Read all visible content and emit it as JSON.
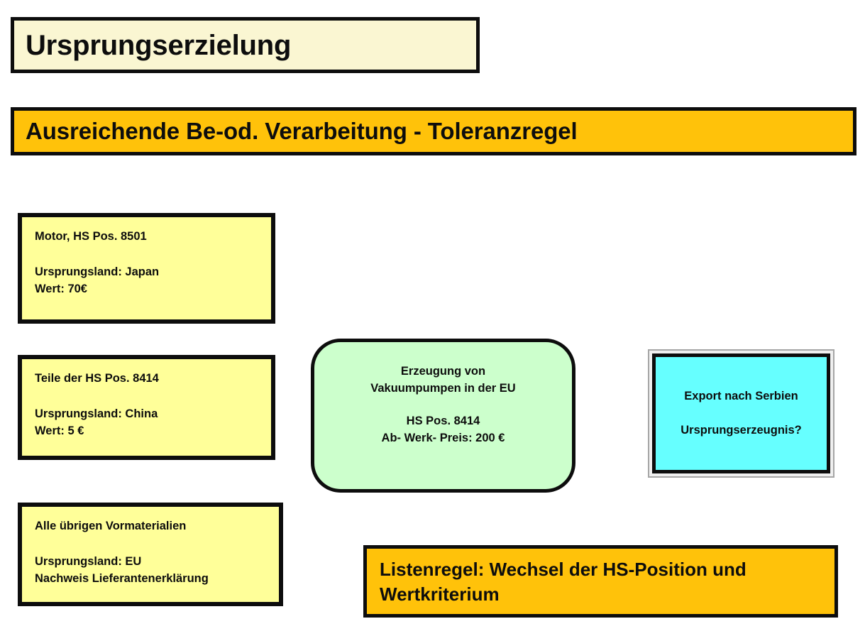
{
  "slide": {
    "title": "Ursprungserzielung",
    "headline": "Ausreichende Be-od. Verarbeitung - Toleranzregel",
    "colors": {
      "title_bg": "#FAF6D2",
      "headline_bg": "#FFC20A",
      "material_bg": "#FFFF99",
      "process_bg": "#CCFFCC",
      "export_bg": "#66FFFF",
      "rule_bg": "#FFC20A",
      "border": "#0D0D0D",
      "page_bg": "#FFFFFF"
    }
  },
  "materials": [
    {
      "heading": "Motor, HS Pos. 8501",
      "origin_line": "Ursprungsland: Japan",
      "value_line": "Wert: 70€"
    },
    {
      "heading": "Teile der HS Pos. 8414",
      "origin_line": "Ursprungsland: China",
      "value_line": "Wert: 5 €"
    },
    {
      "heading": "Alle übrigen Vormaterialien",
      "origin_line": "Ursprungsland: EU",
      "value_line": "Nachweis Lieferantenerklärung"
    }
  ],
  "process": {
    "line1": "Erzeugung von",
    "line2": "Vakuumpumpen in der EU",
    "line3": "HS Pos. 8414",
    "line4": "Ab- Werk- Preis: 200 €"
  },
  "export": {
    "line1": "Export nach Serbien",
    "line2": "Ursprungserzeugnis?"
  },
  "rule": {
    "line1": "Listenregel: Wechsel der HS-Position und",
    "line2": "Wertkriterium"
  }
}
